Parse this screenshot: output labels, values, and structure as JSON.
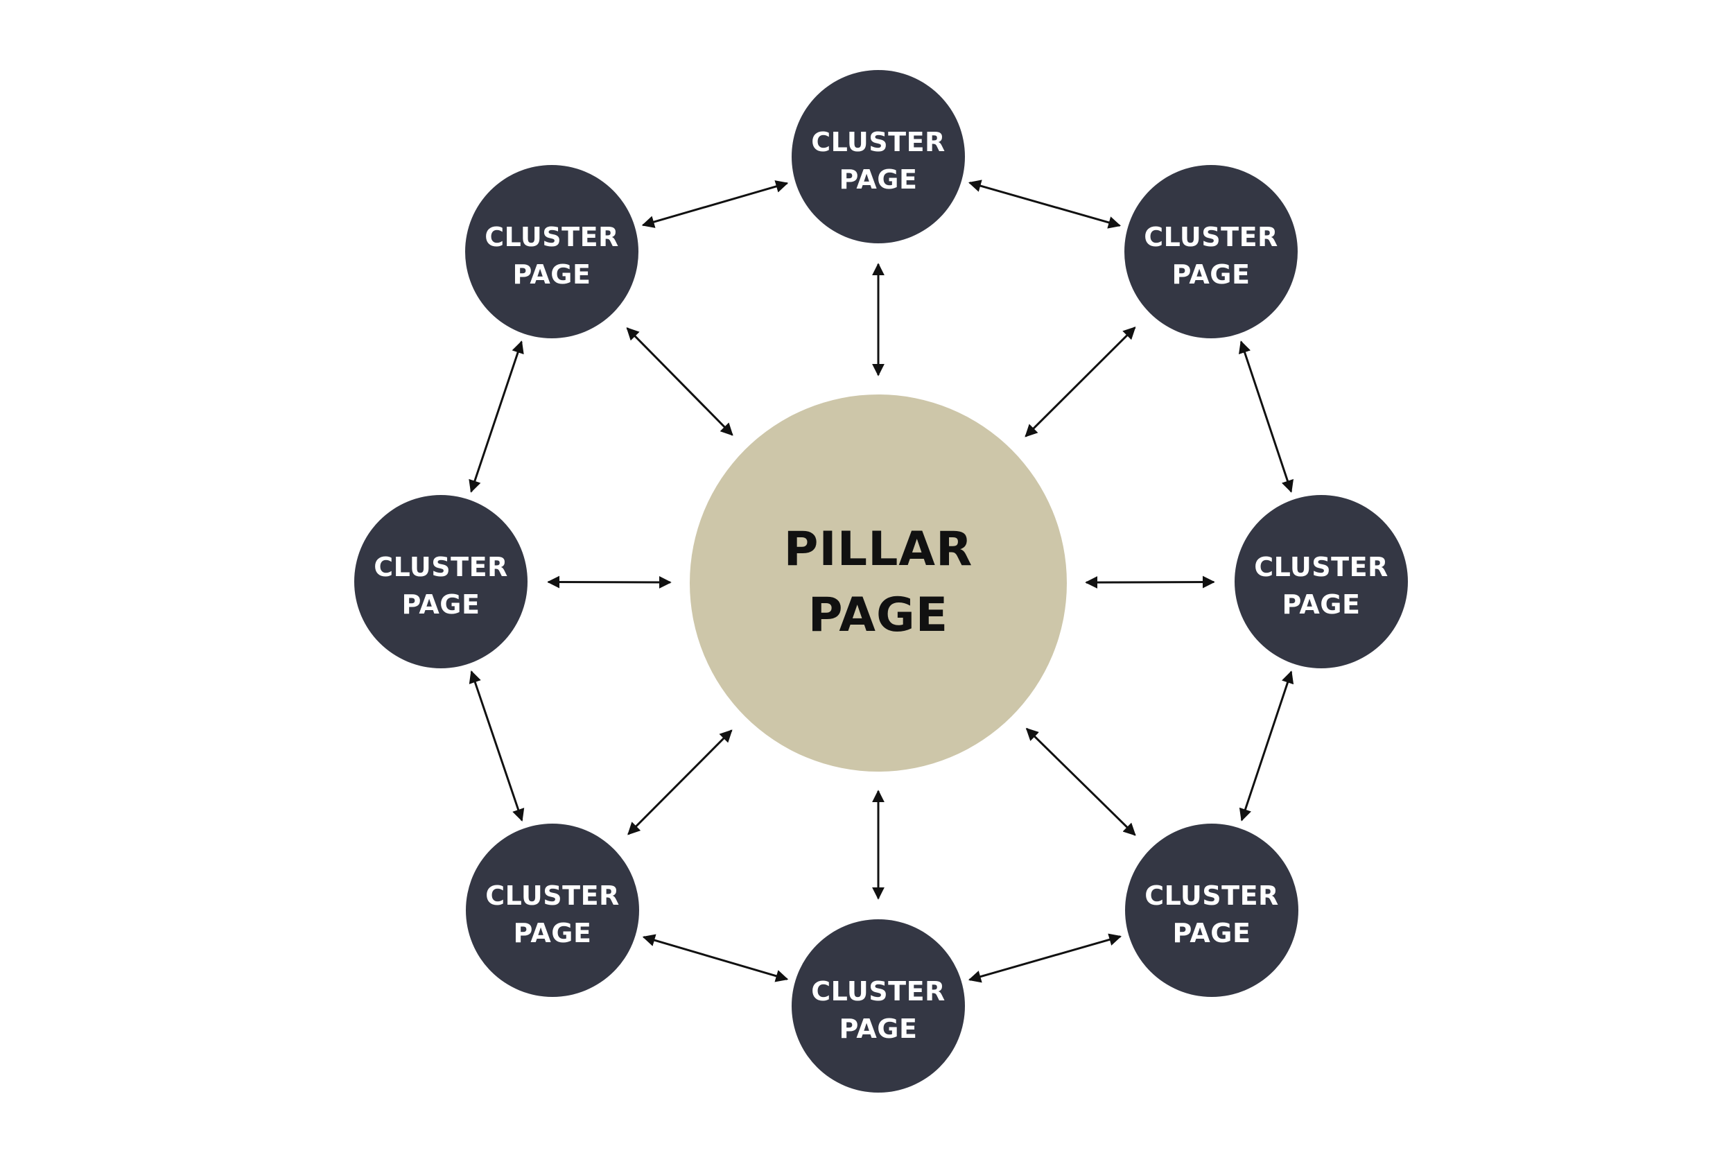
{
  "colors": {
    "background": "#ffffff",
    "cluster_fill": "#343744",
    "pillar_fill": "#cdc6a9",
    "cluster_text": "#ffffff",
    "pillar_text": "#111111",
    "arrow": "#111111"
  },
  "pillar": {
    "line1": "PILLAR",
    "line2": "PAGE"
  },
  "clusters": [
    {
      "id": "top",
      "line1": "CLUSTER",
      "line2": "PAGE"
    },
    {
      "id": "top-right",
      "line1": "CLUSTER",
      "line2": "PAGE"
    },
    {
      "id": "right",
      "line1": "CLUSTER",
      "line2": "PAGE"
    },
    {
      "id": "bottom-right",
      "line1": "CLUSTER",
      "line2": "PAGE"
    },
    {
      "id": "bottom",
      "line1": "CLUSTER",
      "line2": "PAGE"
    },
    {
      "id": "bottom-left",
      "line1": "CLUSTER",
      "line2": "PAGE"
    },
    {
      "id": "left",
      "line1": "CLUSTER",
      "line2": "PAGE"
    },
    {
      "id": "top-left",
      "line1": "CLUSTER",
      "line2": "PAGE"
    }
  ],
  "connections": {
    "hub_to_each_cluster": "bidirectional",
    "adjacent_clusters": "bidirectional"
  }
}
